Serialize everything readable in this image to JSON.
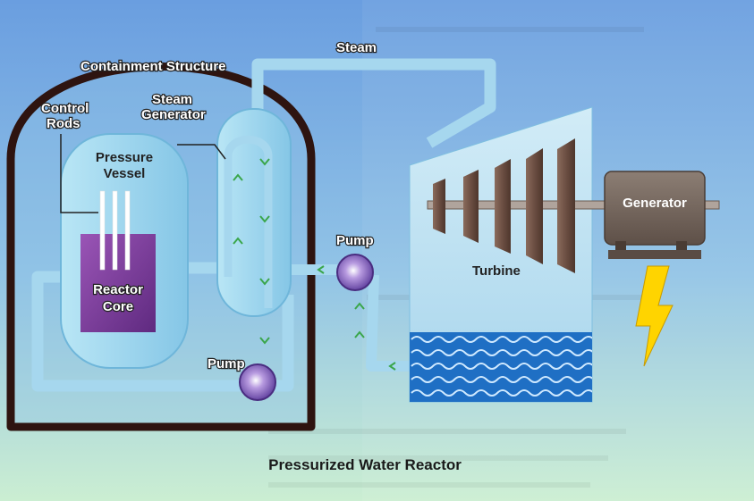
{
  "labels": {
    "containment": "Containment Structure",
    "steam": "Steam",
    "control_rods": [
      "Control",
      "Rods"
    ],
    "steam_generator": [
      "Steam",
      "Generator"
    ],
    "pressure_vessel": [
      "Pressure",
      "Vessel"
    ],
    "reactor_core": [
      "Reactor",
      "Core"
    ],
    "pump_secondary": "Pump",
    "pump_primary": "Pump",
    "turbine": "Turbine",
    "generator": "Generator"
  },
  "caption": "Pressurized Water Reactor",
  "colors": {
    "background_top": "#6b9fe0",
    "background_bottom": "#c9ecd2",
    "containment": "#2e1410",
    "pipe": "#a9d8ee",
    "vessel": "#9fd7ef",
    "core": "#7a3d9a",
    "turbine_panel": "#b8dcef",
    "generator": "#7a6b60",
    "lightning": "#ffd400",
    "flow_arrows": "#3aa64a"
  },
  "icons": [
    "pump-icon",
    "lightning-bolt-icon",
    "flow-arrow-icon",
    "wave-water-icon"
  ]
}
